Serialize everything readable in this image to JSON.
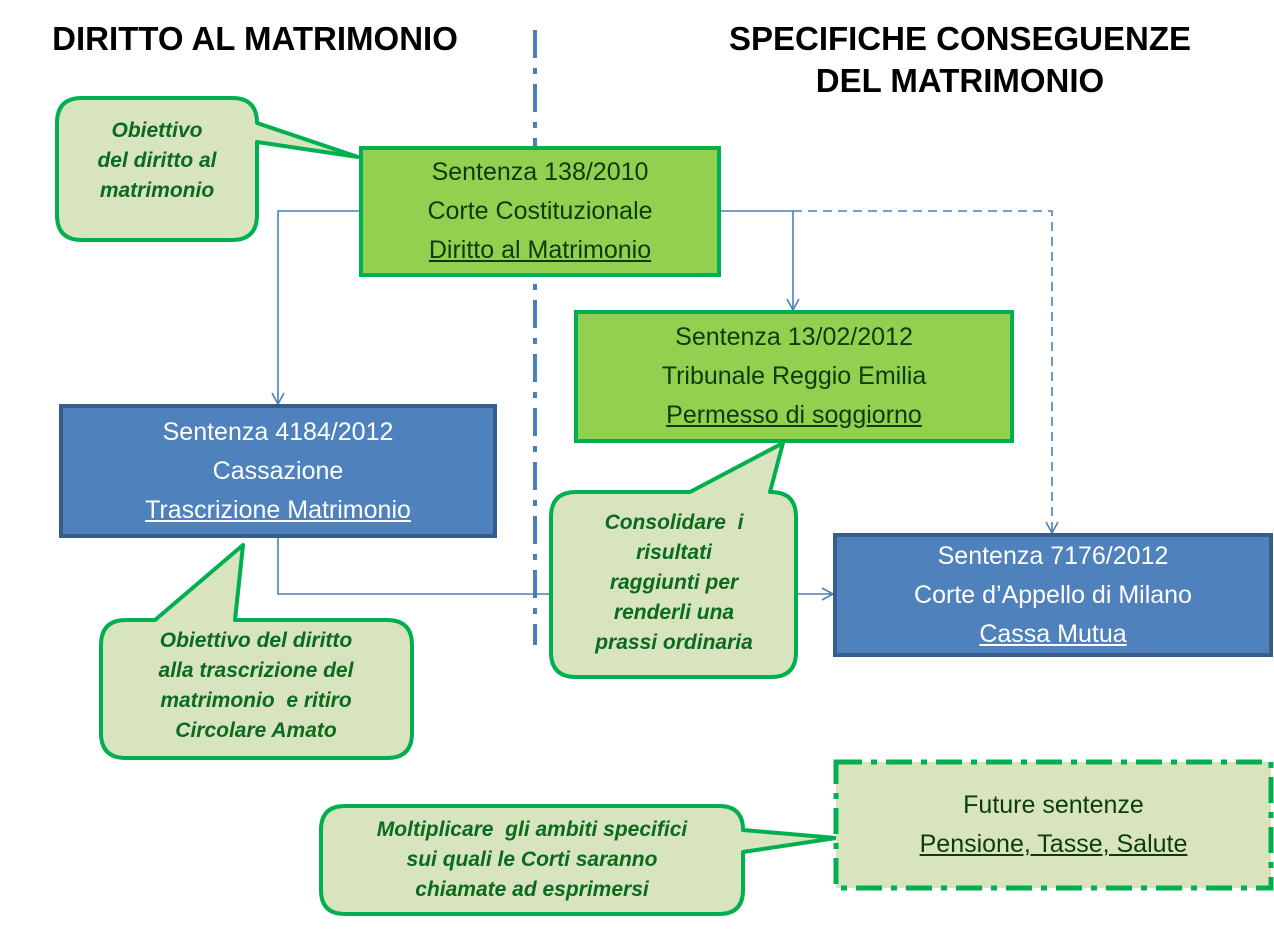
{
  "headers": {
    "left": "DIRITTO AL MATRIMONIO",
    "right_line1": "SPECIFICHE CONSEGUENZE",
    "right_line2": "DEL MATRIMONIO"
  },
  "boxes": {
    "s138": {
      "line1": "Sentenza 138/2010",
      "line2": "Corte Costituzionale",
      "line3": "Diritto al Matrimonio"
    },
    "s4184": {
      "line1": "Sentenza 4184/2012",
      "line2": "Cassazione",
      "line3": "Trascrizione Matrimonio"
    },
    "s1302": {
      "line1": "Sentenza 13/02/2012",
      "line2": "Tribunale Reggio Emilia",
      "line3": "Permesso di soggiorno"
    },
    "s7176": {
      "line1": "Sentenza 7176/2012",
      "line2": "Corte d’Appello di Milano",
      "line3": "Cassa Mutua"
    },
    "future": {
      "line1": "Future sentenze",
      "line2": "Pensione, Tasse, Salute"
    }
  },
  "callouts": {
    "obiettivo": {
      "line1": "Obiettivo",
      "line2": "del diritto al",
      "line3": "matrimonio"
    },
    "trascrizione": {
      "line1": "Obiettivo del diritto",
      "line2": "alla trascrizione del",
      "line3": "matrimonio  e ritiro",
      "line4": "Circolare Amato"
    },
    "consolidare": {
      "line1": "Consolidare  i",
      "line2": "risultati",
      "line3": "raggiunti per",
      "line4": "renderli una",
      "line5": "prassi ordinaria"
    },
    "moltiplicare": {
      "line1": "Moltiplicare  gli ambiti specifici",
      "line2": "sui quali le Corti saranno",
      "line3": "chiamate ad esprimersi"
    }
  },
  "colors": {
    "green_fill": "#92d050",
    "green_border": "#00b050",
    "blue_fill": "#4f81bd",
    "blue_border": "#385d8a",
    "callout_fill": "#d7e4bd",
    "callout_text": "#0a6b1f",
    "connector": "#4a7ebb",
    "divider": "#4a7ebb"
  }
}
